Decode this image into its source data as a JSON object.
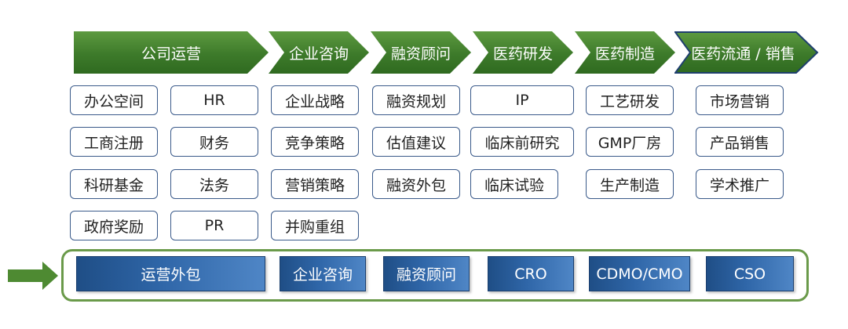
{
  "header": {
    "stages": [
      {
        "label": "公司运营"
      },
      {
        "label": "企业咨询"
      },
      {
        "label": "融资顾问"
      },
      {
        "label": "医药研发"
      },
      {
        "label": "医药制造"
      },
      {
        "label": "医药流通 / 销售"
      }
    ]
  },
  "columns": [
    {
      "items": [
        "办公空间",
        "工商注册",
        "科研基金",
        "政府奖励"
      ]
    },
    {
      "items": [
        "HR",
        "财务",
        "法务",
        "PR"
      ]
    },
    {
      "items": [
        "企业战略",
        "竞争策略",
        "营销策略",
        "并购重组"
      ]
    },
    {
      "items": [
        "融资规划",
        "估值建议",
        "融资外包"
      ]
    },
    {
      "items": [
        "IP",
        "临床前研究",
        "临床试验"
      ]
    },
    {
      "items": [
        "工艺研发",
        "GMP厂房",
        "生产制造"
      ]
    },
    {
      "items": [
        "市场营销",
        "产品销售",
        "学术推广"
      ]
    }
  ],
  "band": {
    "items": [
      {
        "label": "运营外包"
      },
      {
        "label": "企业咨询"
      },
      {
        "label": "融资顾问"
      },
      {
        "label": "CRO"
      },
      {
        "label": "CDMO/CMO"
      },
      {
        "label": "CSO"
      }
    ]
  },
  "colors": {
    "chevron_green": "#3d7a2a",
    "band_border": "#6a9a4a",
    "box_blue": "#2f66a8",
    "tag_border": "#3a5a8a"
  }
}
